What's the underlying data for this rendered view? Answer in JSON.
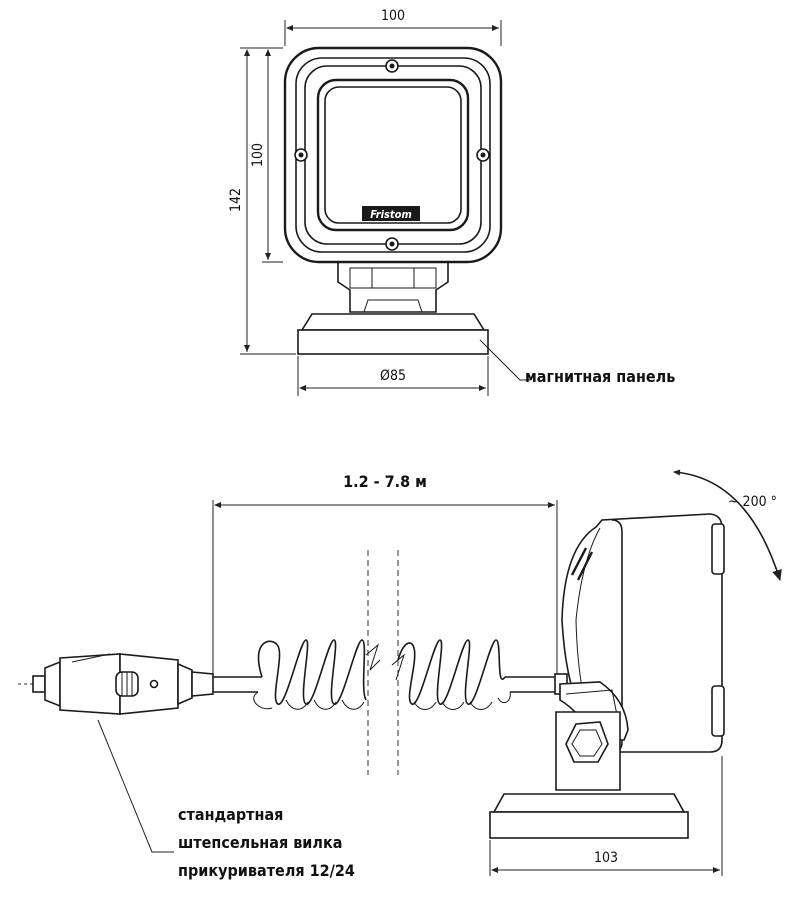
{
  "dimensions": {
    "width_top": "100",
    "height_lamp": "100",
    "height_total": "142",
    "base_diameter": "Ø85",
    "cable_length": "1.2 - 7.8 м",
    "rotation": "~ 200 °",
    "side_depth": "103"
  },
  "labels": {
    "magnetic_panel": "магнитная панель",
    "plug_line1": "стандартная",
    "plug_line2": "штепсельная вилка",
    "plug_line3": "прикуривателя 12/24"
  },
  "logo_text": "Fristom"
}
